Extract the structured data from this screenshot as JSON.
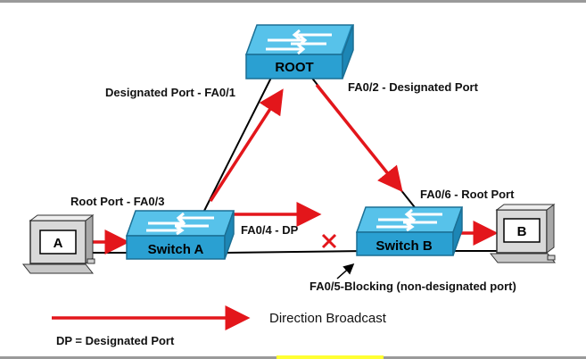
{
  "switches": {
    "root": {
      "label": "ROOT"
    },
    "switch_a": {
      "label": "Switch A"
    },
    "switch_b": {
      "label": "Switch B"
    }
  },
  "hosts": {
    "a": {
      "label": "A"
    },
    "b": {
      "label": "B"
    }
  },
  "ports": {
    "root_a": "Designated Port - FA0/1",
    "root_b": "FA0/2 - Designated Port",
    "a_root": "Root Port - FA0/3",
    "a_dp": "FA0/4 - DP",
    "b_root": "FA0/6 - Root Port",
    "b_blocking": "FA0/5-Blocking (non-designated port)"
  },
  "legend": {
    "arrow_text": "Direction Broadcast",
    "dp_text": "DP = Designated Port"
  },
  "colors": {
    "switch_fill": "#2aa0d2",
    "switch_top": "#57c2ea",
    "arrow": "#e3161b",
    "link": "#000000",
    "highlight": "#ffff33"
  }
}
